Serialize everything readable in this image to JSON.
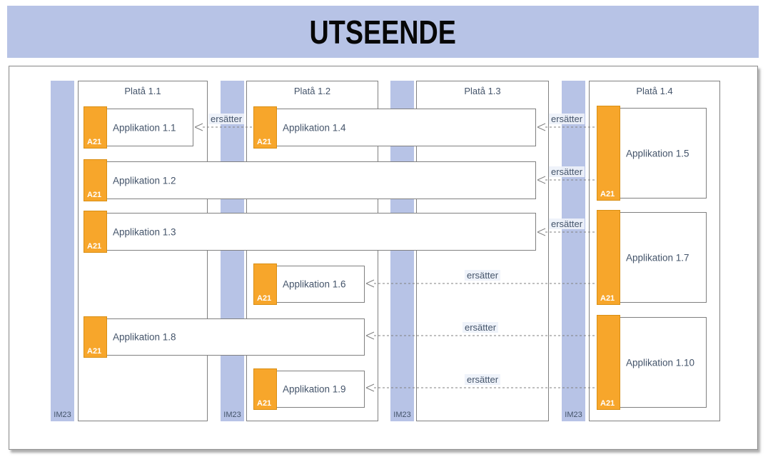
{
  "title": "UTSEENDE",
  "colors": {
    "banner": "#b7c3e6",
    "platform_bar": "#b7c3e6",
    "app_tag_orange": "#f7a62b",
    "text": "#44546a",
    "border_gray": "#808080"
  },
  "platforms": [
    {
      "label": "Platå 1.1",
      "bar_label": "IM23"
    },
    {
      "label": "Platå 1.2",
      "bar_label": "IM23"
    },
    {
      "label": "Platå 1.3",
      "bar_label": "IM23"
    },
    {
      "label": "Platå 1.4",
      "bar_label": "IM23"
    }
  ],
  "applications": [
    {
      "label": "Applikation 1.1",
      "tag": "A21"
    },
    {
      "label": "Applikation 1.2",
      "tag": "A21"
    },
    {
      "label": "Applikation 1.3",
      "tag": "A21"
    },
    {
      "label": "Applikation 1.4",
      "tag": "A21"
    },
    {
      "label": "Applikation 1.5",
      "tag": "A21"
    },
    {
      "label": "Applikation 1.6",
      "tag": "A21"
    },
    {
      "label": "Applikation 1.7",
      "tag": "A21"
    },
    {
      "label": "Applikation 1.8",
      "tag": "A21"
    },
    {
      "label": "Applikation 1.9",
      "tag": "A21"
    },
    {
      "label": "Applikation 1.10",
      "tag": "A21"
    }
  ],
  "connections": [
    {
      "label": "ersätter",
      "from": "Applikation 1.4",
      "to": "Applikation 1.1"
    },
    {
      "label": "ersätter",
      "from": "Applikation 1.5",
      "to": "Applikation 1.4"
    },
    {
      "label": "ersätter",
      "from": "Applikation 1.5",
      "to": "Applikation 1.2"
    },
    {
      "label": "ersätter",
      "from": "Applikation 1.7",
      "to": "Applikation 1.3"
    },
    {
      "label": "ersätter",
      "from": "Applikation 1.7",
      "to": "Applikation 1.6"
    },
    {
      "label": "ersätter",
      "from": "Applikation 1.10",
      "to": "Applikation 1.8"
    },
    {
      "label": "ersätter",
      "from": "Applikation 1.10",
      "to": "Applikation 1.9"
    }
  ]
}
